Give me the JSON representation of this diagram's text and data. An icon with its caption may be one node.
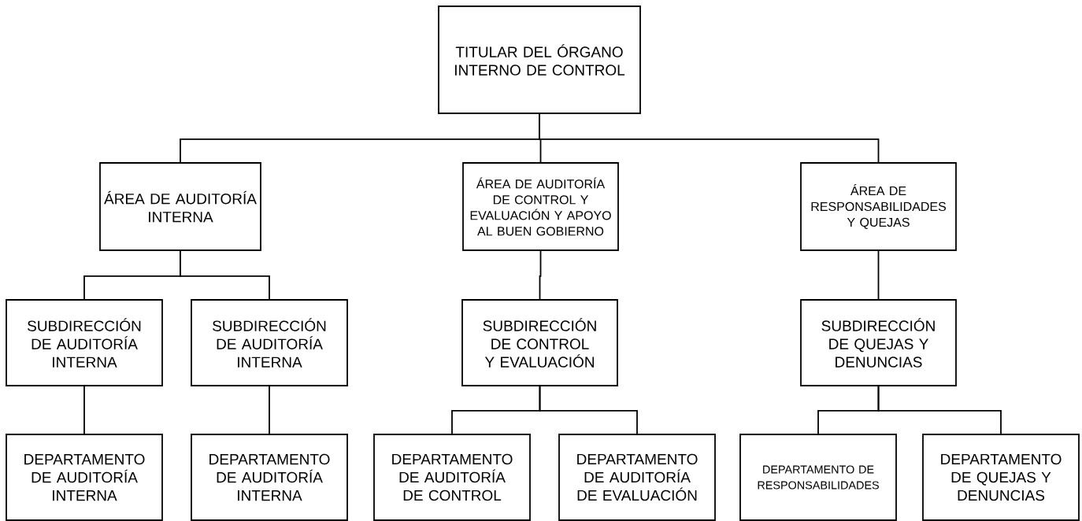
{
  "diagram": {
    "nodes": [
      {
        "text": [
          "TITULAR DEL ÓRGANO INTERNO DE CONTROL"
        ]
      },
      {
        "text": [
          "ÁREA DE AUDITORÍA INTERNA"
        ]
      },
      {
        "text": [
          "ÁREA DE AUDITORÍA DE CONTROL Y EVALUACIÓN Y APOYO AL BUEN GOBIERNO"
        ]
      },
      {
        "text": [
          "ÁREA DE RESPONSABILIDADES Y QUEJAS"
        ]
      },
      {
        "text": [
          "SUBDIRECCIÓN DE AUDITORÍA INTERNA"
        ]
      },
      {
        "text": [
          "SUBDIRECCIÓN DE AUDITORÍA INTERNA"
        ]
      },
      {
        "text": [
          "SUBDIRECCIÓN DE CONTROL Y EVALUACIÓN"
        ]
      },
      {
        "text": [
          "SUBDIRECCIÓN DE QUEJAS Y DENUNCIAS"
        ]
      },
      {
        "text": [
          "DEPARTAMENTO DE AUDITORÍA INTERNA"
        ]
      },
      {
        "text": [
          "DEPARTAMENTO DE AUDITORÍA INTERNA"
        ]
      },
      {
        "text": [
          "DEPARTAMENTO DE AUDITORÍA DE CONTROL"
        ]
      },
      {
        "text": [
          "DEPARTAMENTO DE AUDITORÍA DE EVALUACIÓN"
        ]
      },
      {
        "text": [
          "DEPARTAMENTO DE RESPONSABILIDADES"
        ]
      },
      {
        "text": [
          "DEPARTAMENTO DE QUEJAS Y DENUNCIAS"
        ]
      }
    ],
    "edges": [
      {
        "from": 0,
        "to": 1,
        "arrow": "none"
      },
      {
        "from": 0,
        "to": 2,
        "arrow": "none"
      },
      {
        "from": 0,
        "to": 3,
        "arrow": "none"
      },
      {
        "from": 1,
        "to": 4,
        "arrow": "none"
      },
      {
        "from": 1,
        "to": 5,
        "arrow": "none"
      },
      {
        "from": 2,
        "to": 6,
        "arrow": "none"
      },
      {
        "from": 3,
        "to": 7,
        "arrow": "none"
      },
      {
        "from": 4,
        "to": 8,
        "arrow": "none"
      },
      {
        "from": 5,
        "to": 9,
        "arrow": "none"
      },
      {
        "from": 6,
        "to": 10,
        "arrow": "none"
      },
      {
        "from": 6,
        "to": 11,
        "arrow": "none"
      },
      {
        "from": 7,
        "to": 12,
        "arrow": "none"
      },
      {
        "from": 7,
        "to": 13,
        "arrow": "none"
      }
    ]
  }
}
